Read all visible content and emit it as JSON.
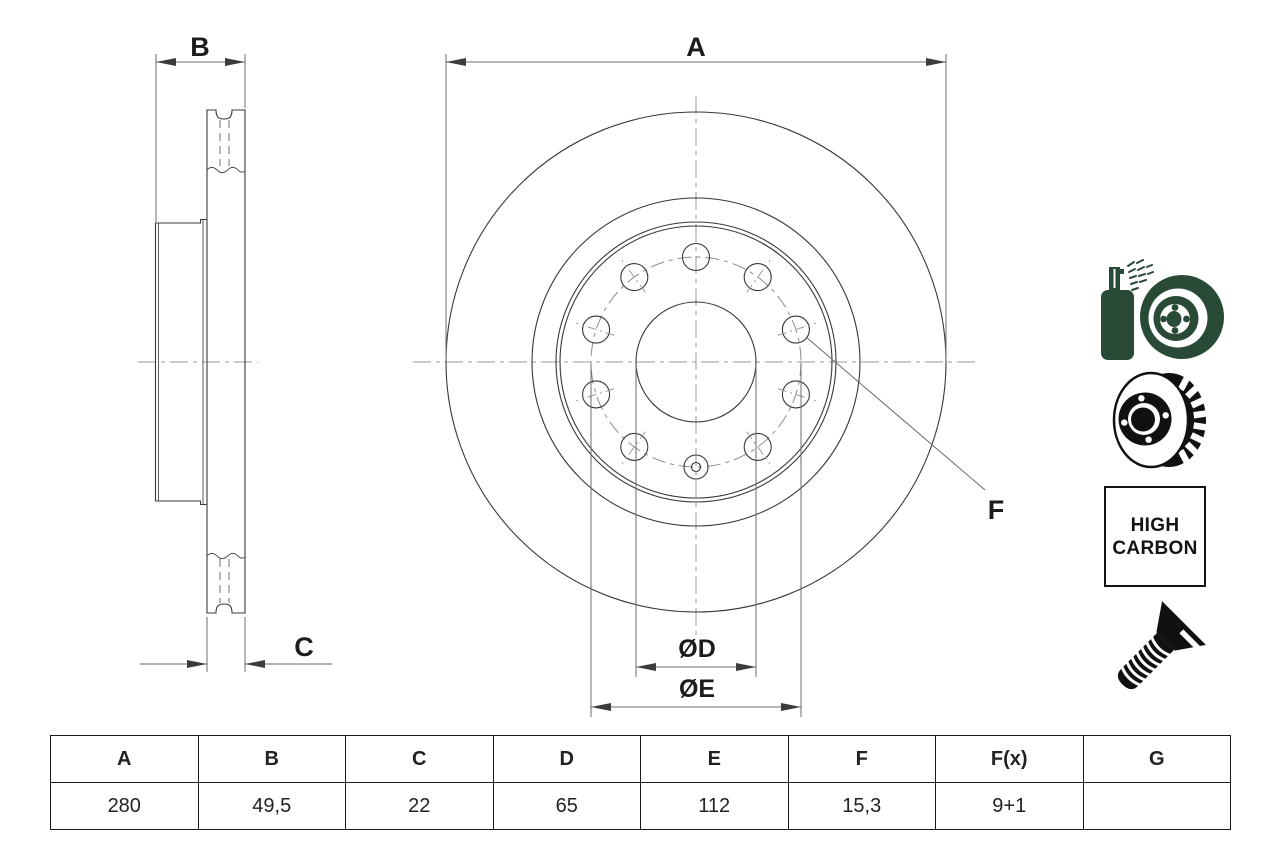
{
  "drawing": {
    "side_view": {
      "width_label": "B",
      "thickness_label": "C"
    },
    "front_view": {
      "diameter_label": "A",
      "bore_label": "ØD",
      "pitch_label": "ØE",
      "hole_label": "F"
    }
  },
  "icons": {
    "spray_coating": "spray-can-coated-disc-icon",
    "vented_disc": "vented-brake-disc-icon",
    "screw": "countersunk-screw-icon",
    "high_carbon_badge": {
      "line1": "HIGH",
      "line2": "CARBON"
    }
  },
  "spec_table": {
    "headers": [
      "A",
      "B",
      "C",
      "D",
      "E",
      "F",
      "F(x)",
      "G"
    ],
    "values": [
      "280",
      "49,5",
      "22",
      "65",
      "112",
      "15,3",
      "9+1",
      ""
    ]
  },
  "colors": {
    "background": "#ffffff",
    "outline": "#383838",
    "dimension_line": "#6b6b6b",
    "centerline": "#9a9a9a",
    "label": "#1c1c1c",
    "icon_green": "#2a4a38",
    "icon_black": "#111111",
    "table_border": "#1a1a1a"
  }
}
